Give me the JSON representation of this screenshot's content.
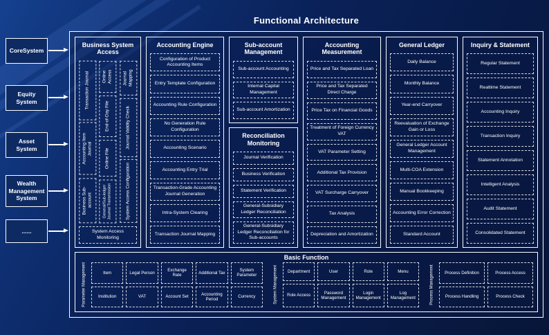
{
  "title": "Functional Architecture",
  "colors": {
    "background": "#0a2158",
    "panel_fill": "#0d2a63",
    "border": "#ffffff",
    "text": "#ffffff"
  },
  "left_systems": [
    {
      "label": "CoreSystem"
    },
    {
      "label": "Equity System"
    },
    {
      "label": "Asset System"
    },
    {
      "label": "Wealth Management System"
    },
    {
      "label": "......"
    }
  ],
  "bsa": {
    "header": "Business System Access",
    "colA": [
      "Transaction Journal",
      "Accounting Item Journal",
      "Business Sub-account"
    ],
    "colB": [
      "Online Access",
      "End-of-Day File",
      "Online File",
      "General/Sub-ledger Journal Transmission"
    ],
    "colC": [
      "Journal Mapping",
      "Journal Validity Check",
      "System Access Configuration"
    ],
    "bottom": "System Access Monitoring"
  },
  "accounting_engine": {
    "header": "Accounting Engine",
    "items": [
      "Configuration of Product Accounting Items",
      "Entry Template Configuration",
      "Accounting Rule Configuration",
      "No Generation Rule Configuration",
      "Accounting Scenario",
      "Accounting Entry Trial",
      "Transaction-Grade Accounting Journal Generation",
      "Intra-System Clearing",
      "Transaction Journal Mapping"
    ]
  },
  "sub_account": {
    "header": "Sub-account Management",
    "items": [
      "Sub-account Accounting",
      "Internal Capital Management",
      "Sub-account Amortization"
    ]
  },
  "reconciliation": {
    "header": "Reconciliation Monitoring",
    "items": [
      "Journal Verification",
      "Business Verification",
      "Statement Verification",
      "General-Subsidiary Ledger Reconciliation",
      "General-Subsidiary Ledger Reconciliation for Sub-accounts"
    ]
  },
  "measurement": {
    "header": "Accounting Measurement",
    "items": [
      "Price and Tax Separated Loan",
      "Price and Tax Separated Direct Charge",
      "Price Tax on Financial Goods",
      "Treatment of Foreign Currency VAT",
      "VAT Parameter Setting",
      "Additional Tax Provision",
      "VAT Surcharge Carryover",
      "Tax Analysis",
      "Depreciation and Amortization"
    ]
  },
  "general_ledger": {
    "header": "General Ledger",
    "items": [
      "Daily Balance",
      "Monthly Balance",
      "Year-end Carryover",
      "Reevaluation of Exchange Gain or Loss",
      "General Ledger Account Management",
      "Multi-COA Extension",
      "Manual Bookkeeping",
      "Accounting Error Correction",
      "Standard Account"
    ]
  },
  "inquiry": {
    "header": "Inquiry & Statement",
    "items": [
      "Regular Statement",
      "Realtime Statement",
      "Accounting Inquiry",
      "Transaction Inquiry",
      "Statement Annotation",
      "Intelligent Analysis",
      "Audit Statement",
      "Consolidated Statement"
    ]
  },
  "basic_function": {
    "header": "Basic Function",
    "groups": [
      {
        "label": "Parameter Management",
        "rows": [
          [
            "Item",
            "Legal Person",
            "Exchange Rate",
            "Additional Tax",
            "System Parameter"
          ],
          [
            "Institution",
            "VAT",
            "Account Set",
            "Accounting Period",
            "Currency"
          ]
        ]
      },
      {
        "label": "System Management",
        "rows": [
          [
            "Department",
            "User",
            "Role",
            "Menu"
          ],
          [
            "Role Access",
            "Password Management",
            "Login Management",
            "Log Management"
          ]
        ]
      },
      {
        "label": "Process Management",
        "rows": [
          [
            "Process Definition",
            "Process Access"
          ],
          [
            "Process Handling",
            "Process Check"
          ]
        ]
      }
    ]
  }
}
